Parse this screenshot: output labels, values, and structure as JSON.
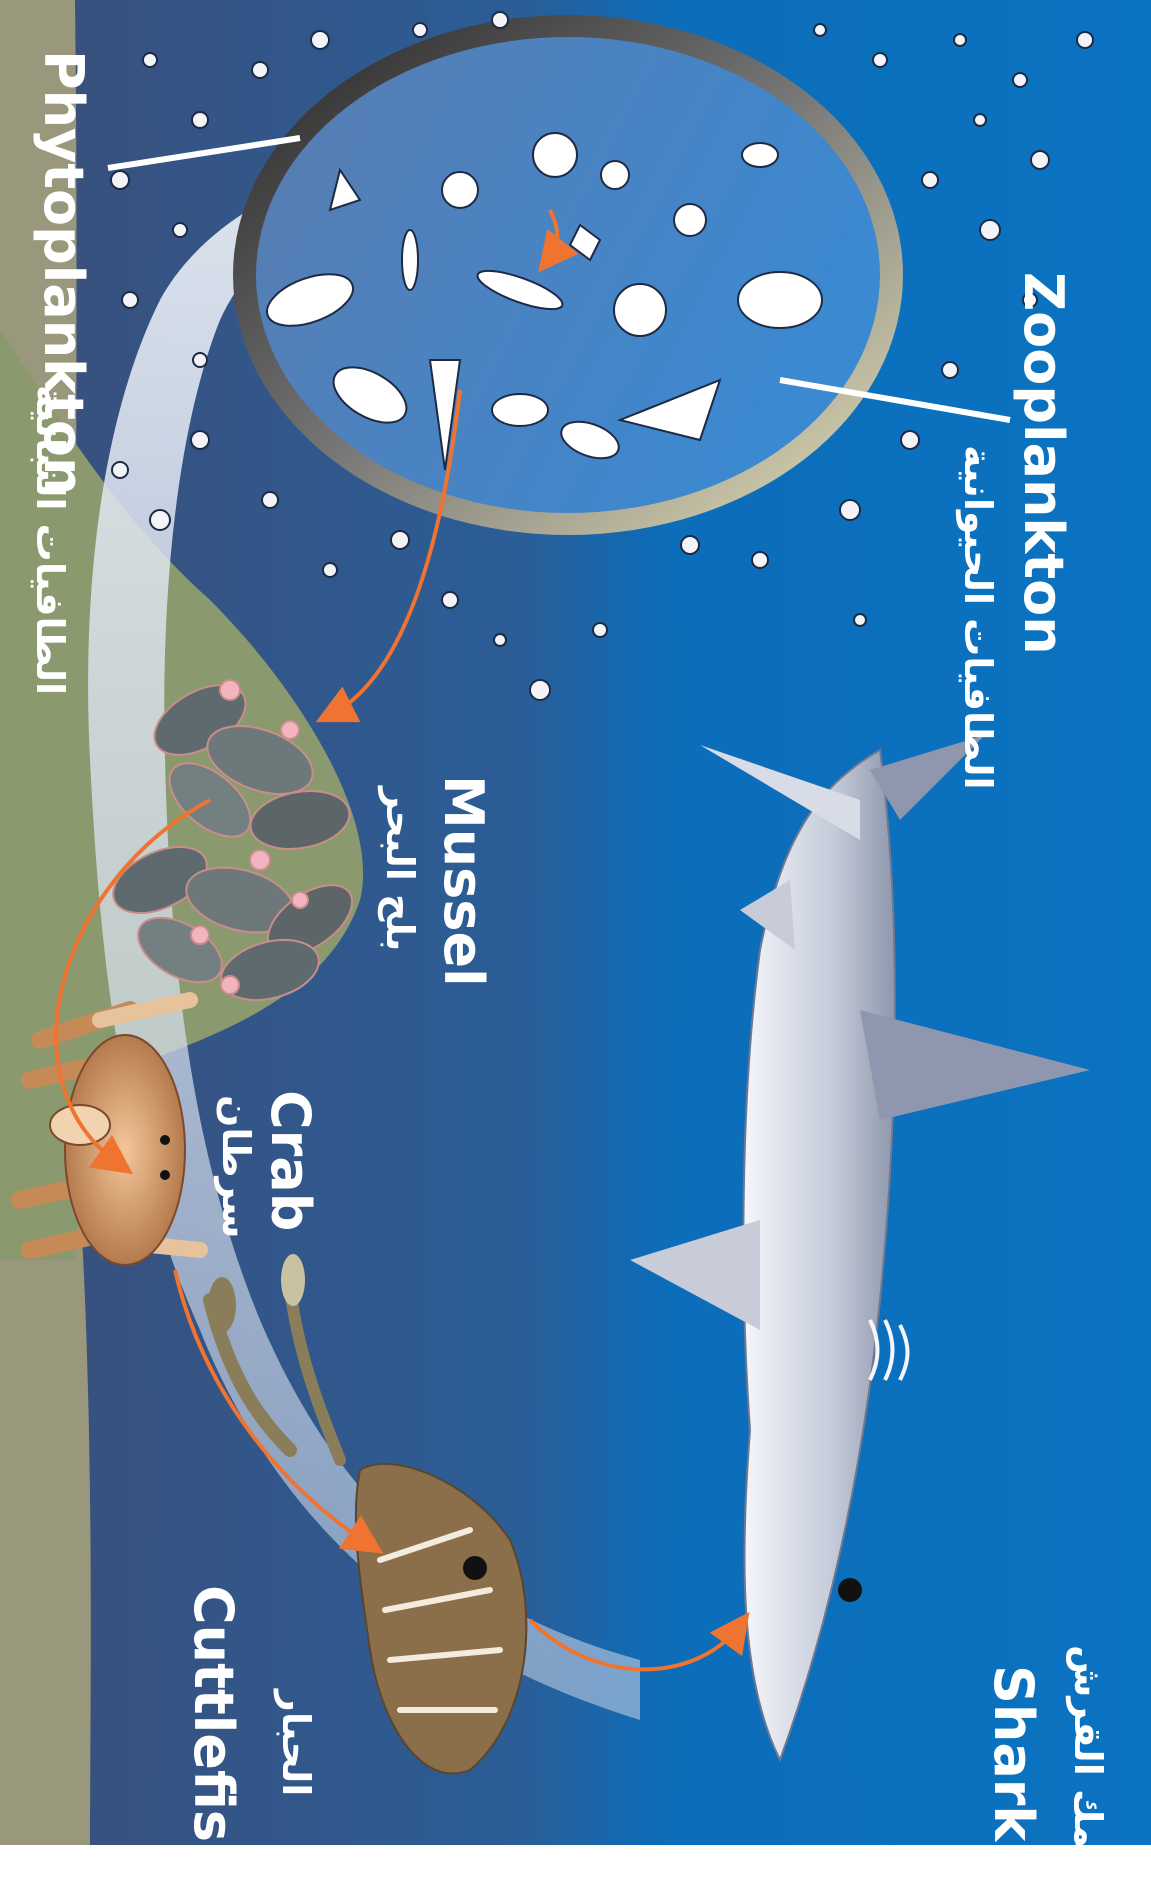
{
  "colors": {
    "ocean_top": "#0a73c1",
    "ocean_bottom": "#3a4f7a",
    "seabed_green": "#8b9a6e",
    "seabed_grey": "#9a987c",
    "flow_arrow": "#ef7432",
    "cycle_band": "#dfe6f0",
    "shark": "#c9cfdc"
  },
  "labels": {
    "zooplankton_en": "Zooplankton",
    "zooplankton_ar": "الطافيات الحيوانية",
    "phytoplankton_en": "Phytoplankton",
    "phytoplankton_ar": "الطافيات النباتية",
    "mussel_en": "Mussel",
    "mussel_ar": "بلح البحر",
    "crab_en": "Crab",
    "crab_ar": "سرطان",
    "cuttlefish_en": "Cuttlefish",
    "cuttlefish_ar": "الحبار",
    "shark_en": "Shark",
    "shark_ar": "سمك القرش"
  },
  "food_chain": [
    "Phytoplankton",
    "Zooplankton",
    "Mussel",
    "Crab",
    "Cuttlefish",
    "Shark"
  ]
}
